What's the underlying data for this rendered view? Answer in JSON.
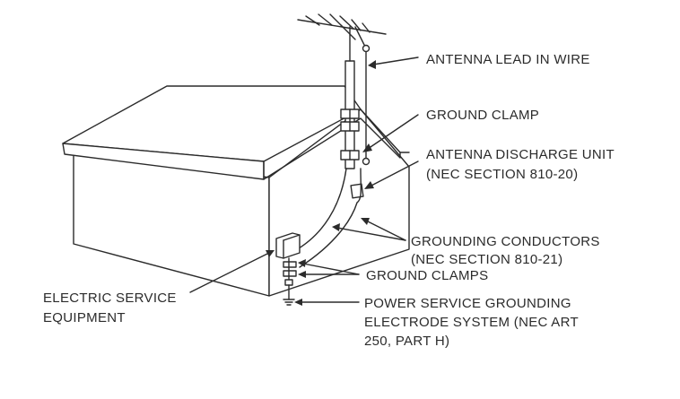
{
  "labels": {
    "antenna_lead_in_wire": "ANTENNA LEAD IN WIRE",
    "ground_clamp": "GROUND CLAMP",
    "antenna_discharge_unit": "ANTENNA DISCHARGE UNIT",
    "nec_810_20": "(NEC SECTION 810-20)",
    "grounding_conductors": "GROUNDING CONDUCTORS",
    "nec_810_21": "(NEC SECTION 810-21)",
    "ground_clamps": "GROUND CLAMPS",
    "electric_service_line1": "ELECTRIC SERVICE",
    "electric_service_line2": "EQUIPMENT",
    "power_service_line1": "POWER SERVICE GROUNDING",
    "power_service_line2": "ELECTRODE SYSTEM (NEC ART",
    "power_service_line3": "250, PART H)"
  },
  "colors": {
    "line": "#2b2b2b",
    "background": "#ffffff"
  }
}
